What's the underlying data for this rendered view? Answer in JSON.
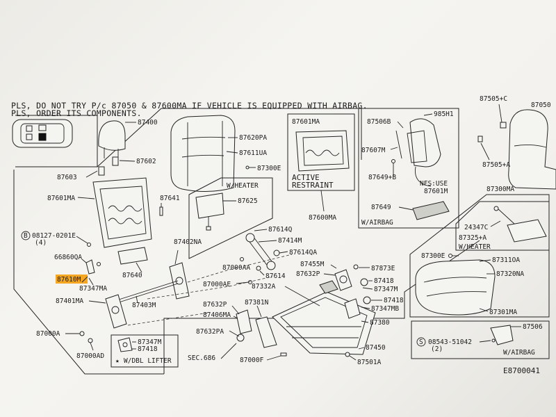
{
  "notes": {
    "line1": "PLS, DO NOT TRY P/c 87050 & 87600MA IF VEHICLE IS EQUIPPED WITH AIRBAG.",
    "line2": "PLS, ORDER ITS COMPONENTS."
  },
  "boxes": {
    "heater_mid": "W/HEATER",
    "active1": "ACTIVE",
    "active2": "RESTRAINT",
    "airbag_top": "W/AIRBAG",
    "heater_right": "W/HEATER",
    "airbag_bottom": "W/AIRBAG",
    "lifter": "W/DBL LIFTER"
  },
  "diagram_code": "E8700041",
  "highlight": {
    "part": "87610M",
    "color": "#f5a623"
  },
  "parts": {
    "p87400": "87400",
    "p87620PA": "87620PA",
    "p87611UA": "87611UA",
    "p87300E_top": "87300E",
    "p87601MA_box": "87601MA",
    "p87600MA": "87600MA",
    "p87603": "87603",
    "p87602": "87602",
    "p87601MA": "87601MA",
    "p87641": "87641",
    "p87625": "87625",
    "p08127": "08127-0201E",
    "p08127_qty": "(4)",
    "p66860QA": "66860QA",
    "p87640": "87640",
    "p87402NA": "87402NA",
    "p87614Q": "87614Q",
    "p87414M": "87414M",
    "p87614QA": "87614QA",
    "p87000AA": "87000AA",
    "p87614": "87614",
    "p87000AE": "87000AE",
    "p87347MA": "87347MA",
    "p87401MA": "87401MA",
    "p87403M": "87403M",
    "p87000A": "87000A",
    "p87000AD": "87000AD",
    "p87347M_lifter": "87347M",
    "p87418_lifter": "87418",
    "p87455M": "87455M",
    "p87632P_top": "87632P",
    "p87873E": "87873E",
    "p87418_a": "87418",
    "p87347M": "87347M",
    "p87418_b": "87418",
    "p87347MB": "87347MB",
    "p87332A": "87332A",
    "p87632P": "87632P",
    "p87381N": "87381N",
    "p87406MA": "87406MA",
    "p87380": "87380",
    "p87632PA": "87632PA",
    "p87450": "87450",
    "pSEC686": "SEC.686",
    "p87000F": "87000F",
    "p87501A": "87501A",
    "p87506B": "87506B",
    "p985H1": "985H1",
    "p87607M": "87607M",
    "p87649B": "87649+B",
    "pNFSUSE": "NFS:USE",
    "p87601M": "87601M",
    "p87649": "87649",
    "p87505C": "87505+C",
    "p87050": "87050",
    "p87505A": "87505+A",
    "p87300MA": "87300MA",
    "p24347C": "24347C",
    "p87325A": "87325+A",
    "p87300E": "87300E",
    "p87311OA": "87311OA",
    "p87320NA": "87320NA",
    "p87301MA": "87301MA",
    "p87506": "87506",
    "p08543": "08543-51042",
    "p08543_qty": "(2)"
  }
}
